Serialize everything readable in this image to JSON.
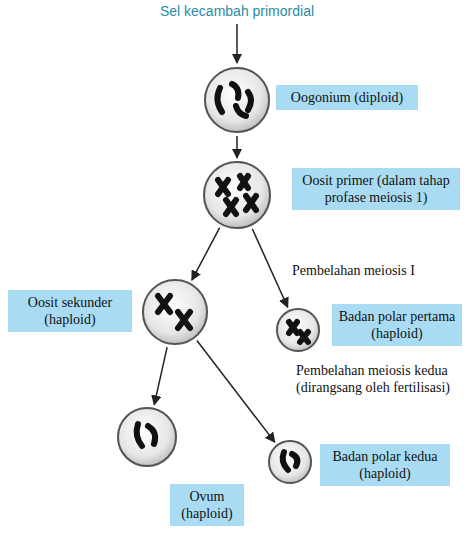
{
  "diagram": {
    "nodes": [
      {
        "text": [
          "Oogonium (diploid)"
        ]
      },
      {
        "text": [
          "Oosit primer (dalam tahap profase meiosis 1)"
        ]
      },
      {
        "text": [
          "Oosit sekunder (haploid)"
        ]
      },
      {
        "text": [
          "Badan polar pertama (haploid)"
        ]
      },
      {
        "text": [
          "Ovum (haploid)"
        ]
      },
      {
        "text": [
          "Badan polar kedua (haploid)"
        ]
      }
    ],
    "edges": [
      {
        "from": 0,
        "to": 1,
        "arrow": "to"
      },
      {
        "from": 1,
        "to": 2,
        "arrow": "to"
      },
      {
        "from": 1,
        "to": 3,
        "arrow": "to"
      },
      {
        "from": 2,
        "to": 4,
        "arrow": "to"
      },
      {
        "from": 2,
        "to": 5,
        "arrow": "to"
      }
    ],
    "labels": [
      "Sel kecambah primordial",
      "Pembelahan meiosis I",
      "Pembelahan meiosis kedua (dirangsang oleh fertilisasi)"
    ]
  }
}
